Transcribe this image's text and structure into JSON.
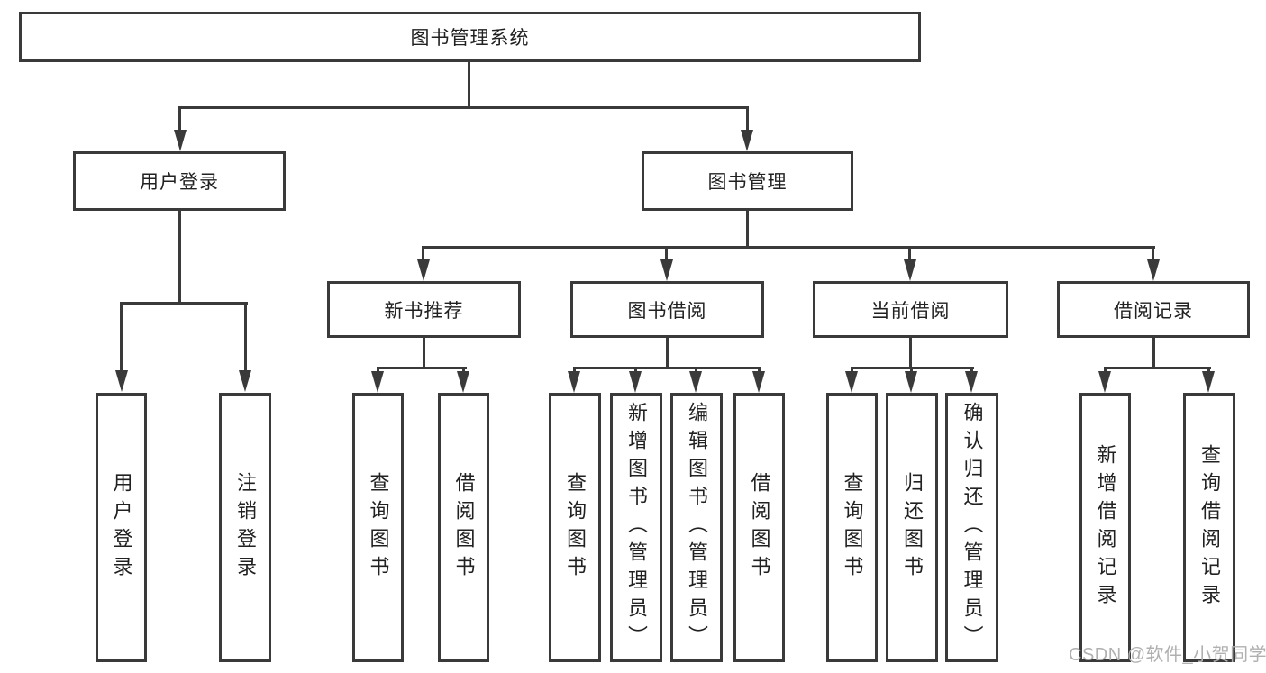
{
  "diagram": {
    "root": {
      "label": "图书管理系统"
    },
    "branches": [
      {
        "label": "用户登录",
        "children": [
          {
            "label": "用户登录"
          },
          {
            "label": "注销登录"
          }
        ]
      },
      {
        "label": "图书管理",
        "groups": [
          {
            "label": "新书推荐",
            "children": [
              {
                "label": "查询图书"
              },
              {
                "label": "借阅图书"
              }
            ]
          },
          {
            "label": "图书借阅",
            "children": [
              {
                "label": "查询图书"
              },
              {
                "label": "新增图书（管理员）"
              },
              {
                "label": "编辑图书（管理员）"
              },
              {
                "label": "借阅图书"
              }
            ]
          },
          {
            "label": "当前借阅",
            "children": [
              {
                "label": "查询图书"
              },
              {
                "label": "归还图书"
              },
              {
                "label": "确认归还（管理员）"
              }
            ]
          },
          {
            "label": "借阅记录",
            "children": [
              {
                "label": "新增借阅记录"
              },
              {
                "label": "查询借阅记录"
              }
            ]
          }
        ]
      }
    ],
    "watermark": "CSDN @软件_小贺同学",
    "colors": {
      "line": "#3a3a3a",
      "text": "#212121",
      "background": "#ffffff",
      "watermark": "#b0b0b0"
    }
  }
}
